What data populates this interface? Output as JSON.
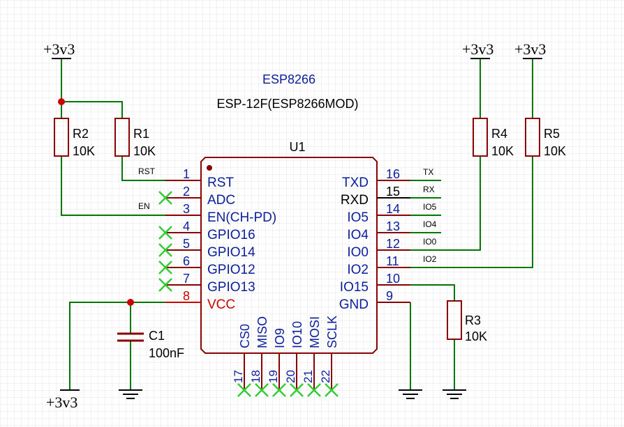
{
  "colors": {
    "wire": "#007700",
    "part": "#880000",
    "pin_text": "#0a1e9c",
    "vcc_text": "#cc0000",
    "net_text": "#000000",
    "noconnect": "#33cc33",
    "junction": "#cc0000",
    "grid": "#e6e6e6"
  },
  "chip": {
    "title": "ESP8266",
    "subtitle": "ESP-12F(ESP8266MOD)",
    "ref": "U1",
    "left_pins": [
      {
        "num": "1",
        "name": "RST"
      },
      {
        "num": "2",
        "name": "ADC"
      },
      {
        "num": "3",
        "name": "EN(CH-PD)"
      },
      {
        "num": "4",
        "name": "GPIO16"
      },
      {
        "num": "5",
        "name": "GPIO14"
      },
      {
        "num": "6",
        "name": "GPIO12"
      },
      {
        "num": "7",
        "name": "GPIO13"
      },
      {
        "num": "8",
        "name": "VCC"
      }
    ],
    "right_pins": [
      {
        "num": "16",
        "name": "TXD"
      },
      {
        "num": "15",
        "name": "RXD"
      },
      {
        "num": "14",
        "name": "IO5"
      },
      {
        "num": "13",
        "name": "IO4"
      },
      {
        "num": "12",
        "name": "IO0"
      },
      {
        "num": "11",
        "name": "IO2"
      },
      {
        "num": "10",
        "name": "IO15"
      },
      {
        "num": "9",
        "name": "GND"
      }
    ],
    "bottom_pins": [
      {
        "num": "17",
        "name": "CS0"
      },
      {
        "num": "18",
        "name": "MISO"
      },
      {
        "num": "19",
        "name": "IO9"
      },
      {
        "num": "20",
        "name": "IO10"
      },
      {
        "num": "21",
        "name": "MOSI"
      },
      {
        "num": "22",
        "name": "SCLK"
      }
    ]
  },
  "resistors": {
    "r1": {
      "ref": "R1",
      "value": "10K"
    },
    "r2": {
      "ref": "R2",
      "value": "10K"
    },
    "r3": {
      "ref": "R3",
      "value": "10K"
    },
    "r4": {
      "ref": "R4",
      "value": "10K"
    },
    "r5": {
      "ref": "R5",
      "value": "10K"
    }
  },
  "capacitor": {
    "ref": "C1",
    "value": "100nF"
  },
  "power": {
    "top_left": "+3v3",
    "top_right_a": "+3v3",
    "top_right_b": "+3v3",
    "bottom_left": "+3v3"
  },
  "nets": {
    "rst": "RST",
    "en": "EN",
    "tx": "TX",
    "rx": "RX",
    "io5": "IO5",
    "io4": "IO4",
    "io0": "IO0",
    "io2": "IO2"
  }
}
